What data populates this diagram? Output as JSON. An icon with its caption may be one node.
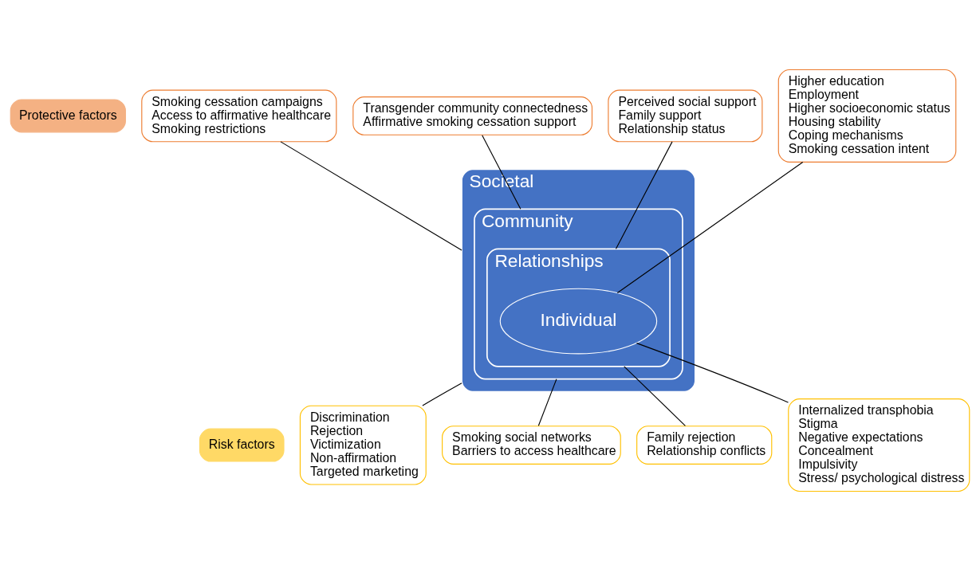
{
  "diagram": {
    "nodes": [
      {
        "text": [
          "Protective factors"
        ]
      },
      {
        "text": [
          "Risk factors"
        ]
      },
      {
        "text": [
          "Societal"
        ]
      },
      {
        "text": [
          "Community"
        ],
        "in": 2
      },
      {
        "text": [
          "Relationships"
        ],
        "in": 3
      },
      {
        "text": [
          "Individual"
        ],
        "in": 4
      },
      {
        "text": [
          "Smoking cessation campaigns",
          "Access to affirmative healthcare",
          "Smoking restrictions"
        ]
      },
      {
        "text": [
          "Transgender community connectedness",
          "Affirmative smoking cessation support"
        ]
      },
      {
        "text": [
          "Perceived social support",
          "Family support",
          "Relationship status"
        ]
      },
      {
        "text": [
          "Higher education",
          "Employment",
          "Higher socioeconomic status",
          "Housing stability",
          "Coping mechanisms",
          "Smoking cessation intent"
        ]
      },
      {
        "text": [
          "Discrimination",
          "Rejection",
          "Victimization",
          "Non-affirmation",
          "Targeted marketing"
        ]
      },
      {
        "text": [
          "Smoking social networks",
          "Barriers to access healthcare"
        ]
      },
      {
        "text": [
          "Family rejection",
          "Relationship conflicts"
        ]
      },
      {
        "text": [
          "Internalized transphobia",
          "Stigma",
          "Negative expectations",
          "Concealment",
          "Impulsivity",
          "Stress/ psychological distress"
        ]
      }
    ],
    "edges": [
      {
        "from": 6,
        "to": 2,
        "arrow": "none"
      },
      {
        "from": 7,
        "to": 3,
        "arrow": "none"
      },
      {
        "from": 8,
        "to": 4,
        "arrow": "none"
      },
      {
        "from": 9,
        "to": 5,
        "arrow": "none"
      },
      {
        "from": 2,
        "to": 10,
        "arrow": "none"
      },
      {
        "from": 3,
        "to": 11,
        "arrow": "none"
      },
      {
        "from": 4,
        "to": 12,
        "arrow": "none"
      },
      {
        "from": 5,
        "to": 13,
        "arrow": "none"
      }
    ]
  }
}
